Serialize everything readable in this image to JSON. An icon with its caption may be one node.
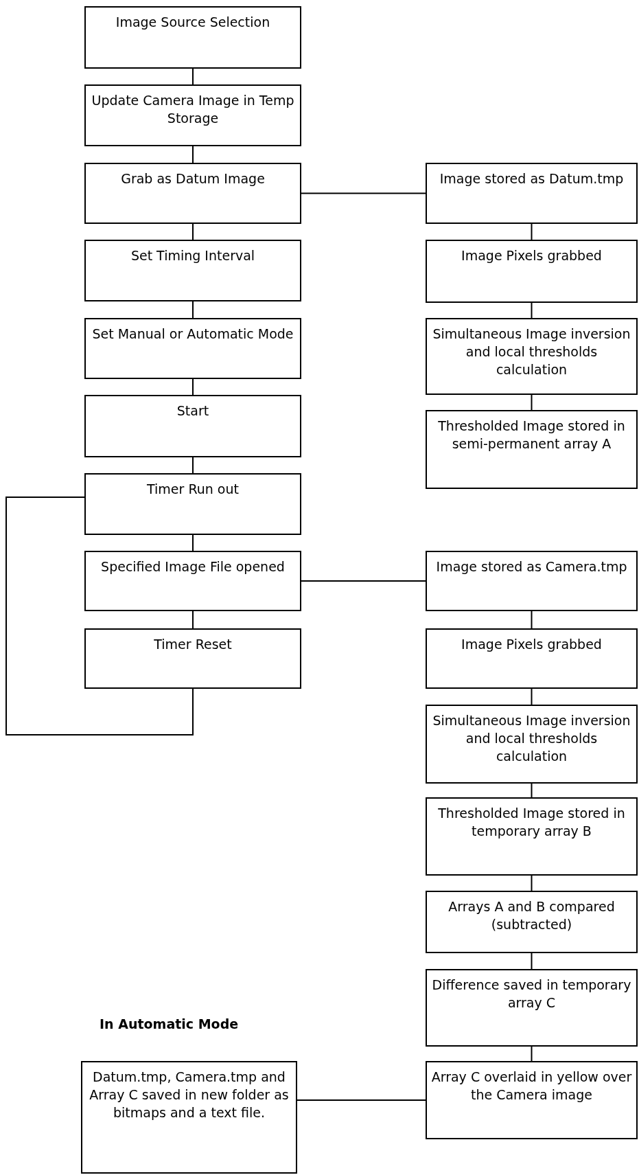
{
  "diagram": {
    "nodes": [
      {
        "text": [
          "Image Source Selection"
        ]
      },
      {
        "text": [
          "Update Camera Image in Temp Storage"
        ]
      },
      {
        "text": [
          "Grab as Datum Image"
        ]
      },
      {
        "text": [
          "Set Timing Interval"
        ]
      },
      {
        "text": [
          "Set Manual or Automatic Mode"
        ]
      },
      {
        "text": [
          "Start"
        ]
      },
      {
        "text": [
          "Timer Run out"
        ]
      },
      {
        "text": [
          "Specified Image File opened"
        ]
      },
      {
        "text": [
          "Timer Reset"
        ]
      },
      {
        "text": [
          "Image stored as Datum.tmp"
        ]
      },
      {
        "text": [
          "Image Pixels grabbed"
        ]
      },
      {
        "text": [
          "Simultaneous Image inversion and local thresholds calculation"
        ]
      },
      {
        "text": [
          "Thresholded Image stored in semi-permanent array A"
        ]
      },
      {
        "text": [
          "Image stored as Camera.tmp"
        ]
      },
      {
        "text": [
          "Image Pixels grabbed"
        ]
      },
      {
        "text": [
          "Simultaneous Image inversion and local thresholds calculation"
        ]
      },
      {
        "text": [
          "Thresholded Image stored in temporary array B"
        ]
      },
      {
        "text": [
          "Arrays A and B compared (subtracted)"
        ]
      },
      {
        "text": [
          "Difference saved in temporary array C"
        ]
      },
      {
        "text": [
          "Array C overlaid in yellow over the Camera image"
        ]
      },
      {
        "text": [
          "Datum.tmp, Camera.tmp and Array C saved in new folder as bitmaps and a text file."
        ]
      }
    ],
    "edges": [
      {
        "from": 0,
        "to": 1,
        "arrow": "none"
      },
      {
        "from": 1,
        "to": 2,
        "arrow": "none"
      },
      {
        "from": 2,
        "to": 3,
        "arrow": "none"
      },
      {
        "from": 3,
        "to": 4,
        "arrow": "none"
      },
      {
        "from": 4,
        "to": 5,
        "arrow": "none"
      },
      {
        "from": 5,
        "to": 6,
        "arrow": "none"
      },
      {
        "from": 6,
        "to": 7,
        "arrow": "none"
      },
      {
        "from": 7,
        "to": 8,
        "arrow": "none"
      },
      {
        "from": 8,
        "to": 6,
        "arrow": "none"
      },
      {
        "from": 2,
        "to": 9,
        "arrow": "none"
      },
      {
        "from": 9,
        "to": 10,
        "arrow": "none"
      },
      {
        "from": 10,
        "to": 11,
        "arrow": "none"
      },
      {
        "from": 11,
        "to": 12,
        "arrow": "none"
      },
      {
        "from": 7,
        "to": 13,
        "arrow": "none"
      },
      {
        "from": 13,
        "to": 14,
        "arrow": "none"
      },
      {
        "from": 14,
        "to": 15,
        "arrow": "none"
      },
      {
        "from": 15,
        "to": 16,
        "arrow": "none"
      },
      {
        "from": 16,
        "to": 17,
        "arrow": "none"
      },
      {
        "from": 17,
        "to": 18,
        "arrow": "none"
      },
      {
        "from": 18,
        "to": 19,
        "arrow": "none"
      },
      {
        "from": 19,
        "to": 20,
        "arrow": "none"
      }
    ],
    "labels": [
      "In Automatic Mode"
    ]
  }
}
